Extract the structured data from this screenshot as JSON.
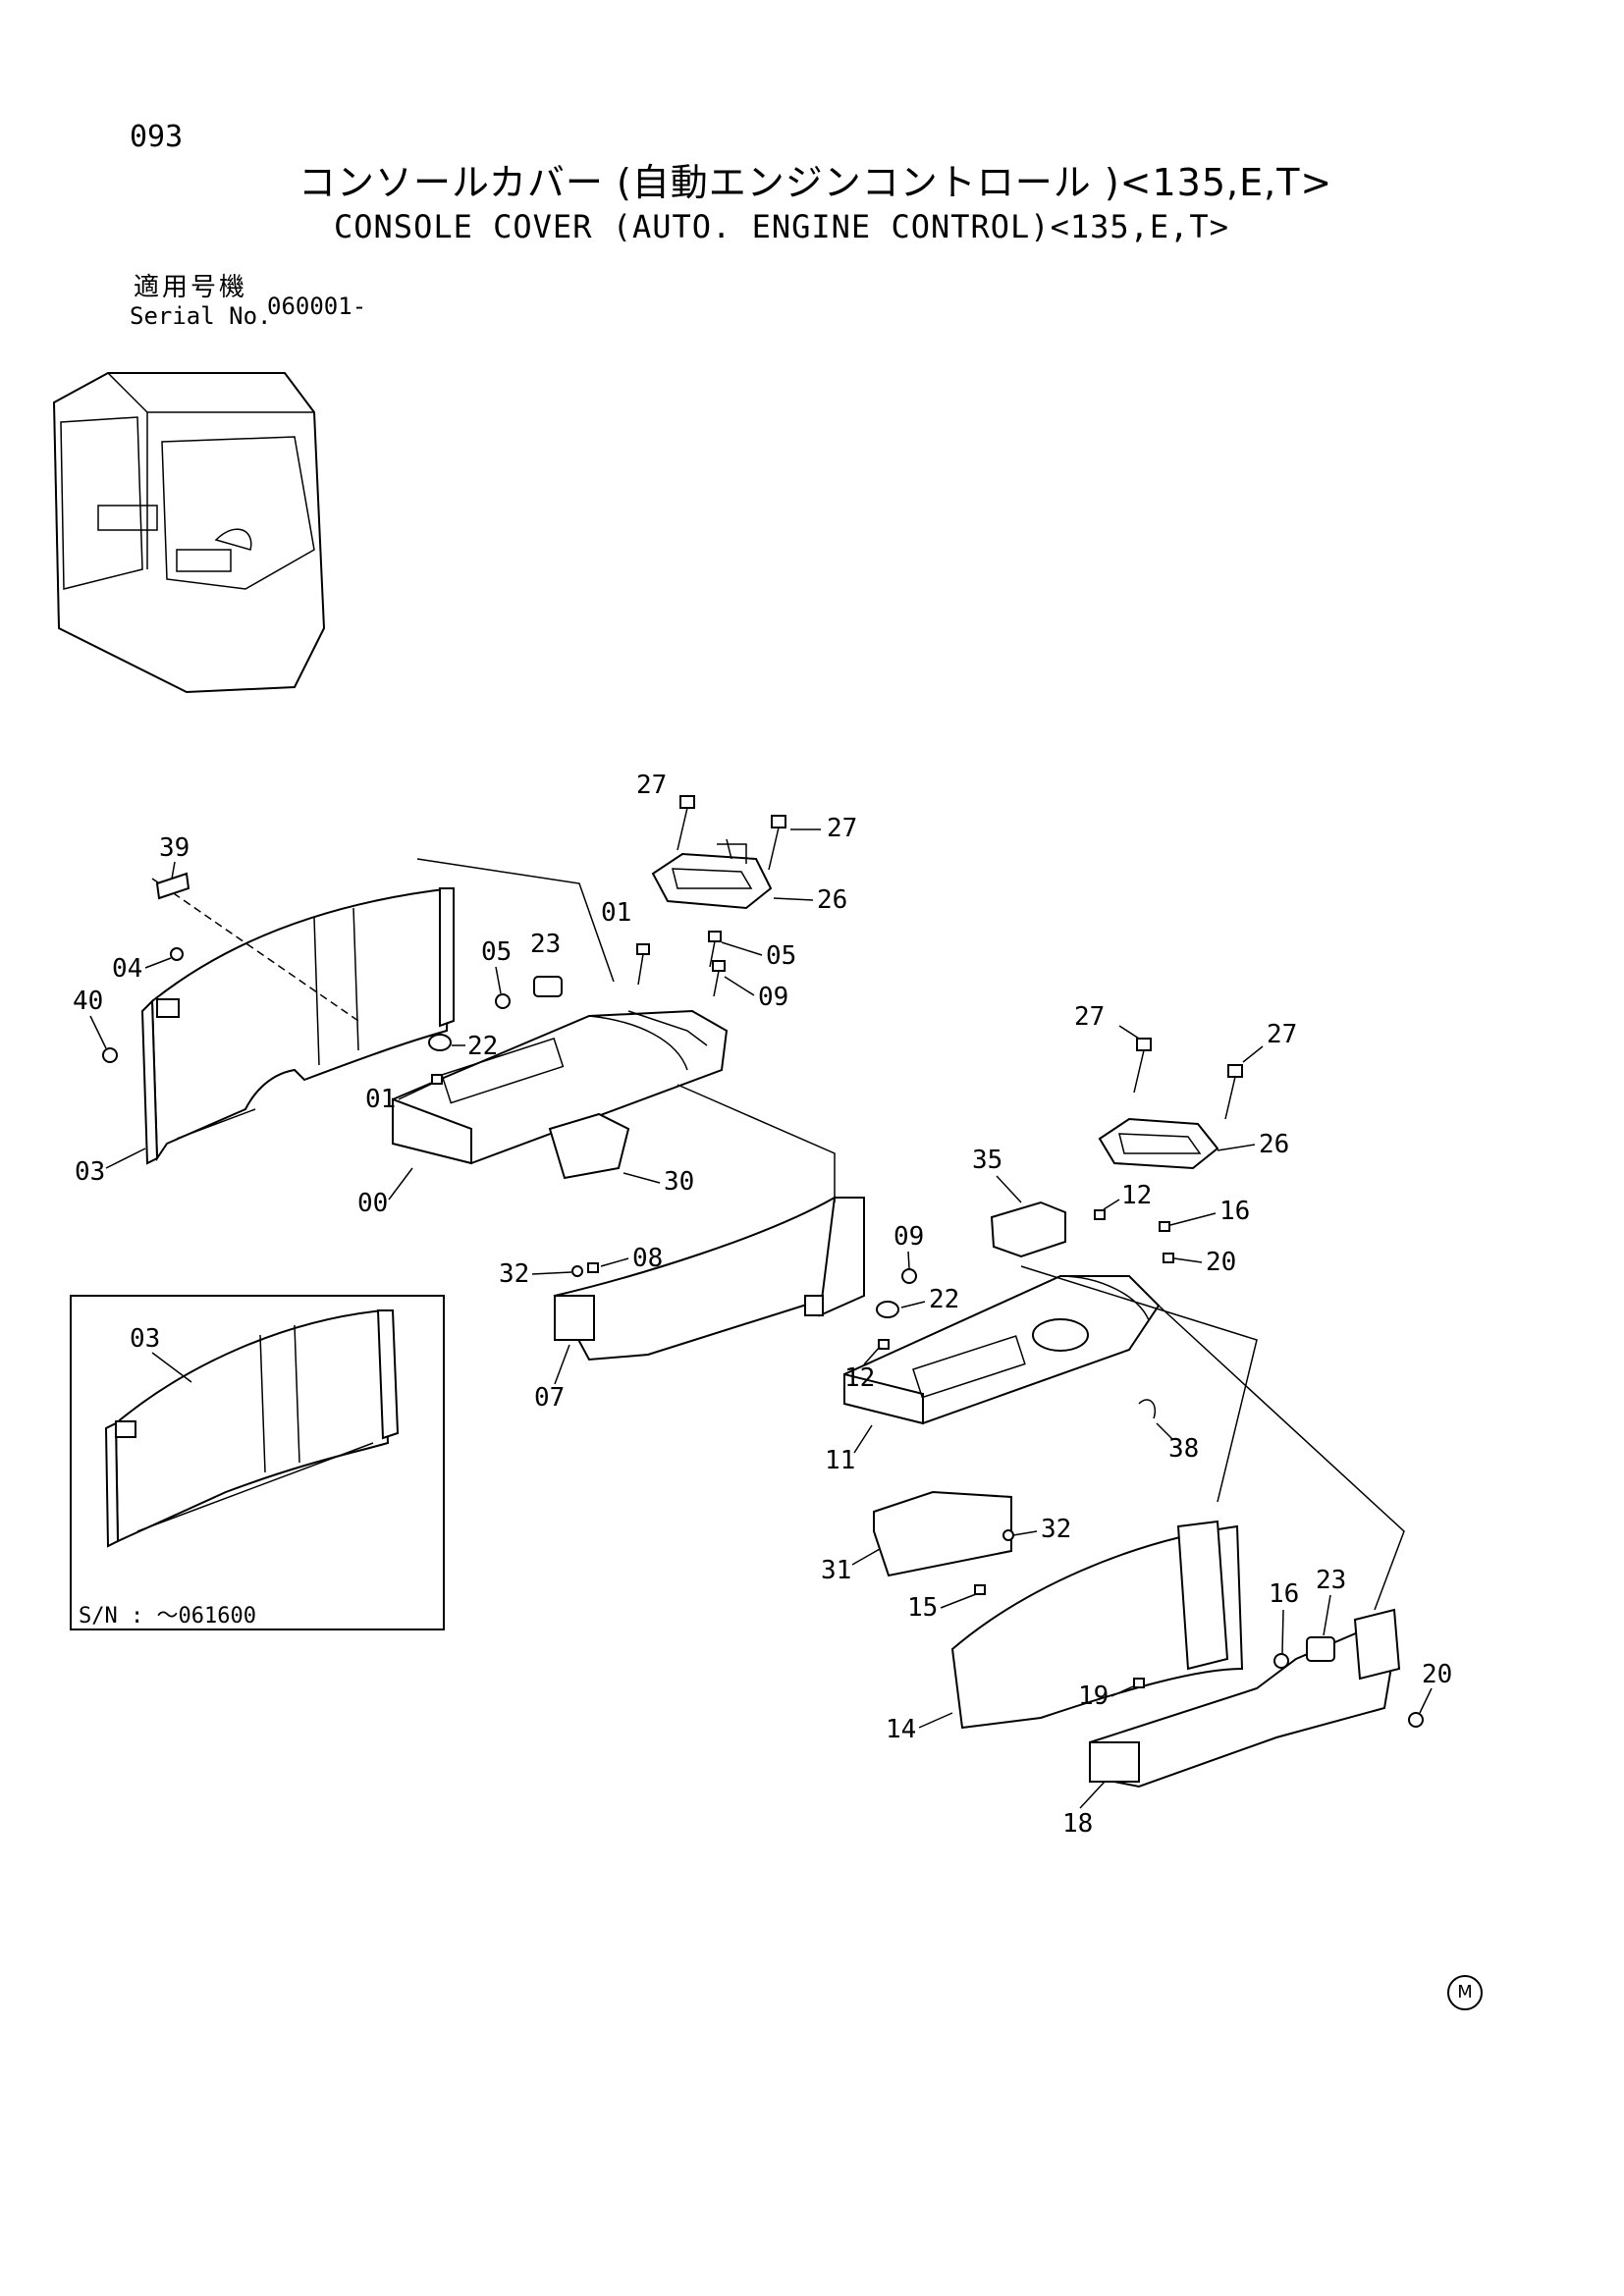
{
  "header": {
    "page_number": "093",
    "title_jp": "コンソールカバー (自動エンジンコントロール )<135,E,T>",
    "title_en": "CONSOLE COVER (AUTO. ENGINE CONTROL)<135,E,T>",
    "serial_label_jp": "適用号機",
    "serial_label_en": "Serial No.",
    "serial_value": "060001-"
  },
  "inset": {
    "caption": "S/N : ～061600",
    "part_label": "03"
  },
  "callouts": [
    "27",
    "27",
    "26",
    "01",
    "05",
    "09",
    "39",
    "04",
    "40",
    "05",
    "23",
    "22",
    "01",
    "03",
    "00",
    "30",
    "32",
    "08",
    "07",
    "09",
    "22",
    "27",
    "27",
    "26",
    "35",
    "12",
    "16",
    "20",
    "12",
    "11",
    "38",
    "31",
    "32",
    "15",
    "16",
    "23",
    "20",
    "19",
    "14",
    "18"
  ],
  "footer": {
    "mark": "M"
  }
}
